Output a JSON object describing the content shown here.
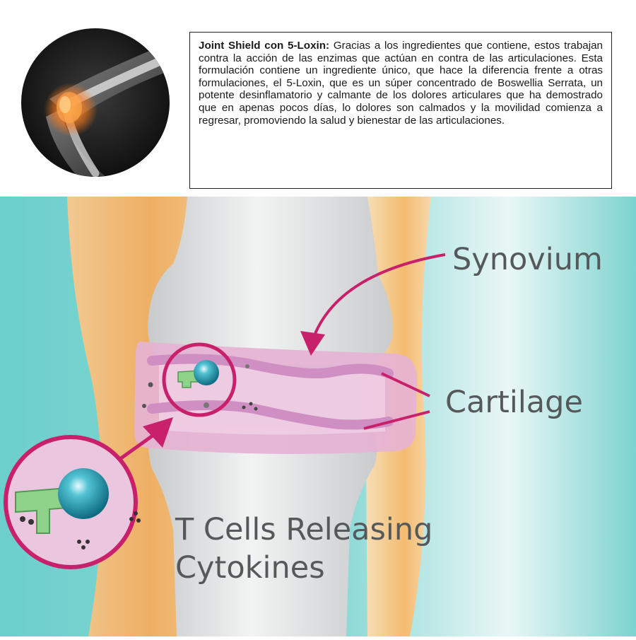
{
  "info": {
    "title": "Joint Shield con 5-Loxin:",
    "body": "Gracias a los ingredientes que contiene, estos trabajan contra la acción de las enzimas que actúan en contra de las articulaciones. Esta formulación contiene un ingrediente único, que hace la diferencia frente a otras formulaciones, el 5-Loxin, que es un súper concentrado de Boswellia Serrata, un potente desinflamatorio y calmante de los dolores articulares que ha demostrado que en apenas pocos días, lo dolores son calmados y la movilidad comienza a regresar, promoviendo la salud y bienestar de las articulaciones."
  },
  "diagram": {
    "labels": {
      "synovium": "Synovium",
      "cartilage": "Cartilage",
      "tcells_line1": "T Cells Releasing",
      "tcells_line2": "Cytokines"
    }
  },
  "colors": {
    "background_teal": "#7fd3d1",
    "tissue_orange": "#f6b66c",
    "bone": "#d9dbdc",
    "synovium_pink": "#e6b3d4",
    "accent_magenta": "#c8206a",
    "tcell_teal": "#1f8fa6",
    "receptor_green": "#8fd38a",
    "label_gray": "#56595b"
  }
}
